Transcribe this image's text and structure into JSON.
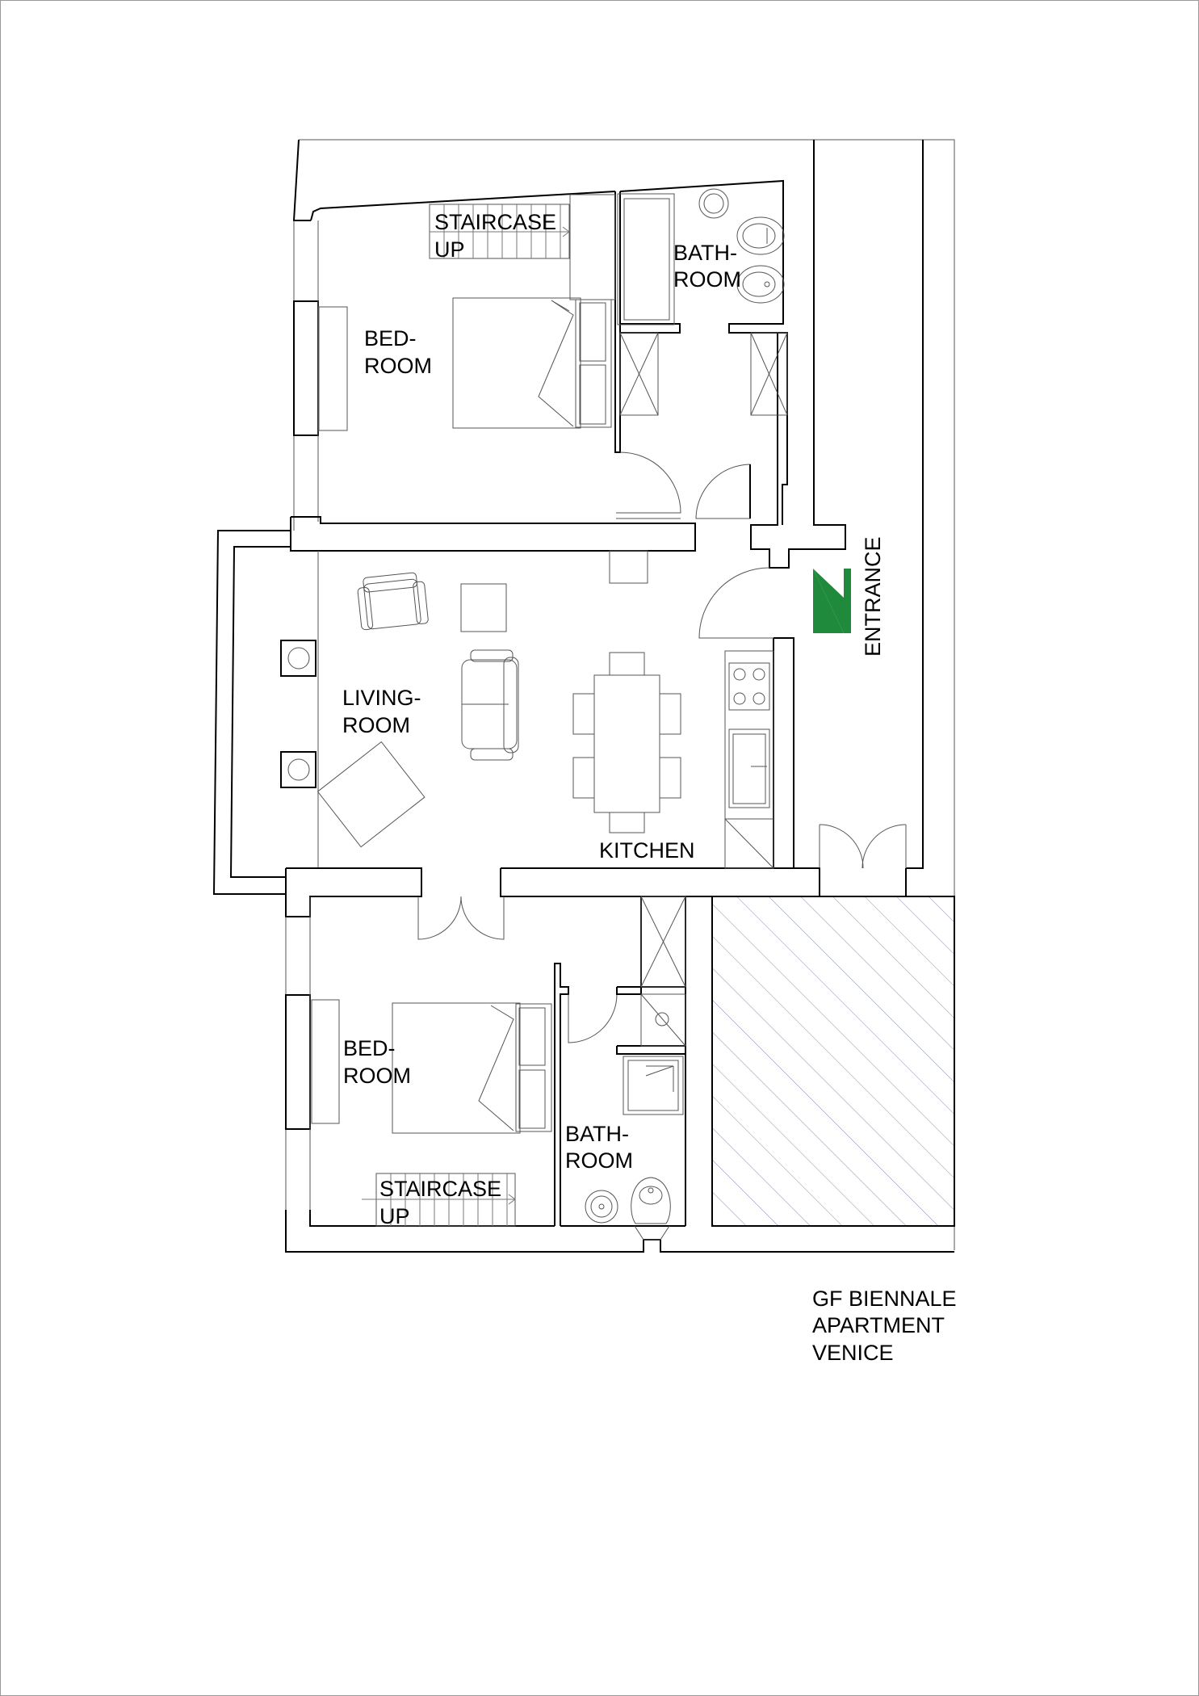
{
  "plan": {
    "rooms": {
      "bedroom_top": [
        "BED-",
        "ROOM"
      ],
      "bathroom_top": [
        "BATH-",
        "ROOM"
      ],
      "staircase_top": [
        "STAIRCASE",
        "UP"
      ],
      "living": [
        "LIVING-",
        "ROOM"
      ],
      "kitchen": "KITCHEN",
      "bedroom_bottom": [
        "BED-",
        "ROOM"
      ],
      "bathroom_bottom": [
        "BATH-",
        "ROOM"
      ],
      "staircase_bottom": [
        "STAIRCASE",
        "UP"
      ],
      "entrance": "ENTRANCE"
    },
    "title_lines": [
      "GF BIENNALE",
      "APARTMENT",
      "VENICE"
    ],
    "colors": {
      "entrance_arrow": "#1f8a3c",
      "walls": "#000000",
      "hatch": "#8a8fb8"
    },
    "icons": {
      "entrance_arrow": "triangle-arrow-icon"
    }
  }
}
